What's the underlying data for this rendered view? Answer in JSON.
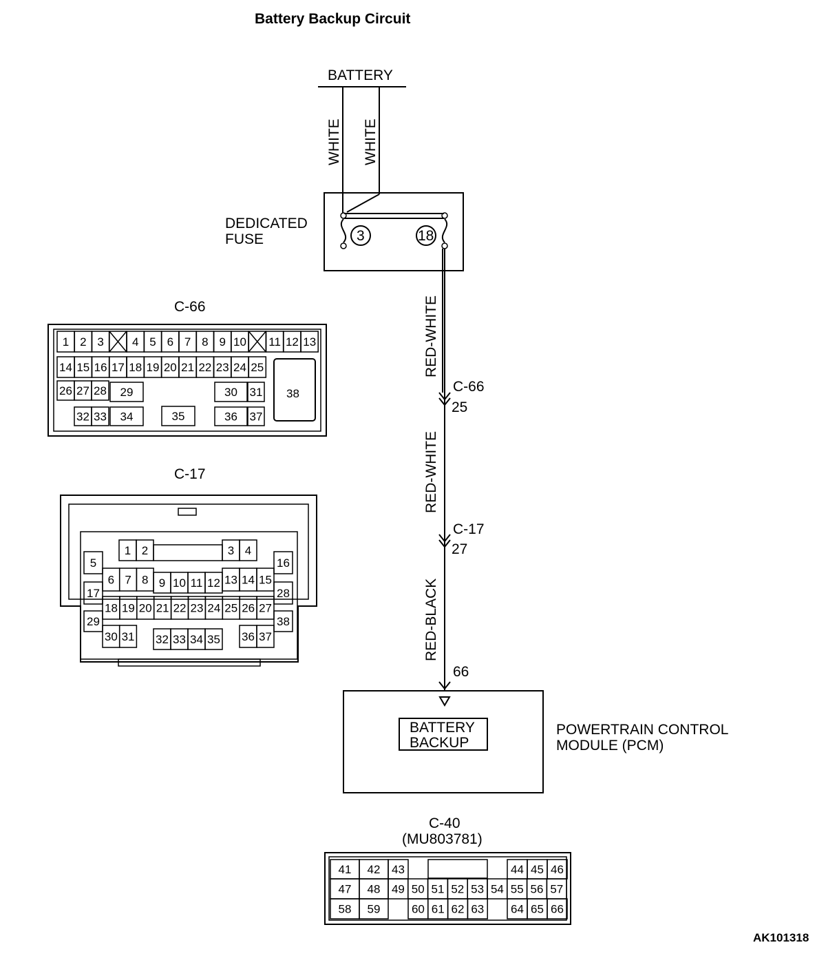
{
  "title": "Battery Backup Circuit",
  "figure_id": "AK101318",
  "battery": {
    "label": "BATTERY",
    "wire_left": "WHITE",
    "wire_right": "WHITE"
  },
  "fuse": {
    "label_line1": "DEDICATED",
    "label_line2": "FUSE",
    "fuse_a": "3",
    "fuse_b": "18"
  },
  "wire_segments": [
    {
      "color": "RED-WHITE",
      "connector": "C-66",
      "pin": "25"
    },
    {
      "color": "RED-WHITE",
      "connector": "C-17",
      "pin": "27"
    },
    {
      "color": "RED-BLACK",
      "pin": "66"
    }
  ],
  "pcm": {
    "name_line1": "POWERTRAIN CONTROL",
    "name_line2": "MODULE (PCM)",
    "block_line1": "BATTERY",
    "block_line2": "BACKUP"
  },
  "connectors": {
    "c66": {
      "label": "C-66"
    },
    "c17": {
      "label": "C-17"
    },
    "c40": {
      "label": "C-40",
      "part_number": "(MU803781)"
    }
  },
  "colors": {
    "line": "#000000",
    "background": "#ffffff"
  }
}
